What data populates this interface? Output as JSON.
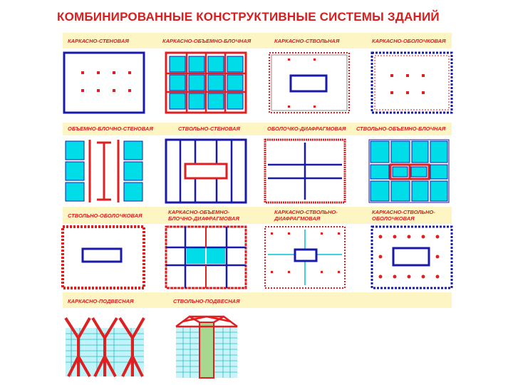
{
  "title": "КОМБИНИРОВАННЫЕ КОНСТРУКТИВНЫЕ СИСТЕМЫ ЗДАНИЙ",
  "colors": {
    "frame_red": "#e02020",
    "wall_blue": "#1a1aa8",
    "block_cyan": "#00dce8",
    "band_yellow": "#fdf6c4",
    "label_red": "#d81e1e",
    "shaft_green": "#a8d890"
  },
  "rows": [
    {
      "labels": [
        "КАРКАСНО-СТЕНОВАЯ",
        "КАРКАСНО-ОБЪЕМНО-БЛОЧНАЯ",
        "КАРКАСНО-СТВОЛЬНАЯ",
        "КАРКАСНО-ОБОЛОЧКОВАЯ"
      ]
    },
    {
      "labels": [
        "ОБЪЕМНО-БЛОЧНО-СТЕНОВАЯ",
        "СТВОЛЬНО-СТЕНОВАЯ",
        "ОБОЛОЧКО-ДИАФРАГМОВАЯ",
        "СТВОЛЬНО-ОБЪЕМНО-БЛОЧНАЯ"
      ]
    },
    {
      "labels": [
        "СТВОЛЬНО-ОБОЛОЧКОВАЯ",
        "КАРКАСНО-ОБЪЕМНО-\nБЛОЧНО-ДИАФРАГМОВАЯ",
        "КАРКАСНО-СТВОЛЬНО-\nДИАФРАГМОВАЯ",
        "КАРКАСНО-СТВОЛЬНО-\nОБОЛОЧКОВАЯ"
      ]
    },
    {
      "labels": [
        "КАРКАСНО-ПОДВЕСНАЯ",
        "СТВОЛЬНО-ПОДВЕСНАЯ"
      ]
    }
  ]
}
